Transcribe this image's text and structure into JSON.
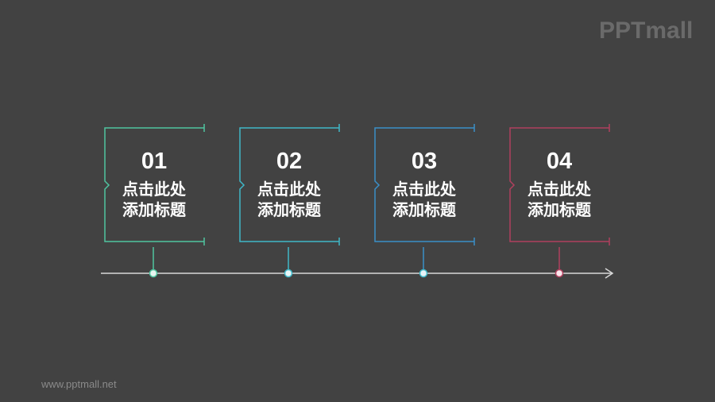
{
  "brand": {
    "logo_text": "PPTmall",
    "footer_url": "www.pptmall.net"
  },
  "timeline": {
    "color": "#d8d8d8",
    "steps": [
      {
        "number": "01",
        "title_line1": "点击此处",
        "title_line2": "添加标题",
        "color": "#4fc4a0"
      },
      {
        "number": "02",
        "title_line1": "点击此处",
        "title_line2": "添加标题",
        "color": "#3fb8c8"
      },
      {
        "number": "03",
        "title_line1": "点击此处",
        "title_line2": "添加标题",
        "color": "#3a8fc8"
      },
      {
        "number": "04",
        "title_line1": "点击此处",
        "title_line2": "添加标题",
        "color": "#b0405e"
      }
    ]
  }
}
